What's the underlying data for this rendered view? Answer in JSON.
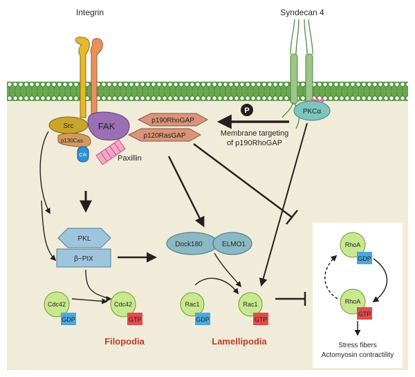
{
  "receptors": {
    "integrin": "Integrin",
    "syndecan": "Syndecan 4"
  },
  "proteins": {
    "src": "Src",
    "fak": "FAK",
    "p130cas": "p130Cas",
    "crk": "Crk",
    "paxillin": "Paxillin",
    "p190rhogap": "p190RhoGAP",
    "p120rasgap": "p120RasGAP",
    "pkc": "PKCα",
    "phospho": "P",
    "pkl": "PKL",
    "bpix": "β−PIX",
    "dock180": "Dock180",
    "elmo1": "ELMO1",
    "cdc42_gdp": "Cdc42",
    "cdc42_gtp": "Cdc42",
    "rac1_gdp": "Rac1",
    "rac1_gtp": "Rac1",
    "rhoa_gdp": "RhoA",
    "rhoa_gtp": "RhoA"
  },
  "nucleotides": {
    "gdp": "GDP",
    "gtp": "GTP"
  },
  "annotations": {
    "membrane_targeting_line1": "Membrane targeting",
    "membrane_targeting_line2": "of p190RhoGAP"
  },
  "outcomes": {
    "filopodia": "Filopodia",
    "lamellipodia": "Lamellipodia",
    "stress_fibers": "Stress fibers",
    "actomyosin": "Actomyosin contractility"
  },
  "colors": {
    "cytoplasm": "#f1ecd9",
    "membrane": "#6aa84f",
    "integrin_alpha": "#e6b82c",
    "integrin_beta": "#e8905e",
    "syndecan": "#9cc48b",
    "fak": "#9b6fb3",
    "src": "#c9a52c",
    "p130cas": "#d49a5c",
    "crk": "#2f8fd6",
    "paxillin": "#f3a8c8",
    "gap": "#d9947a",
    "pkc": "#7cc6bf",
    "pkl": "#9ec5de",
    "dock": "#8ab8c4",
    "gtpase": "#c8e88e",
    "gdp_box": "#4aa8e0",
    "gtp_box": "#e24b4b",
    "outcome_text": "#c0392b"
  }
}
